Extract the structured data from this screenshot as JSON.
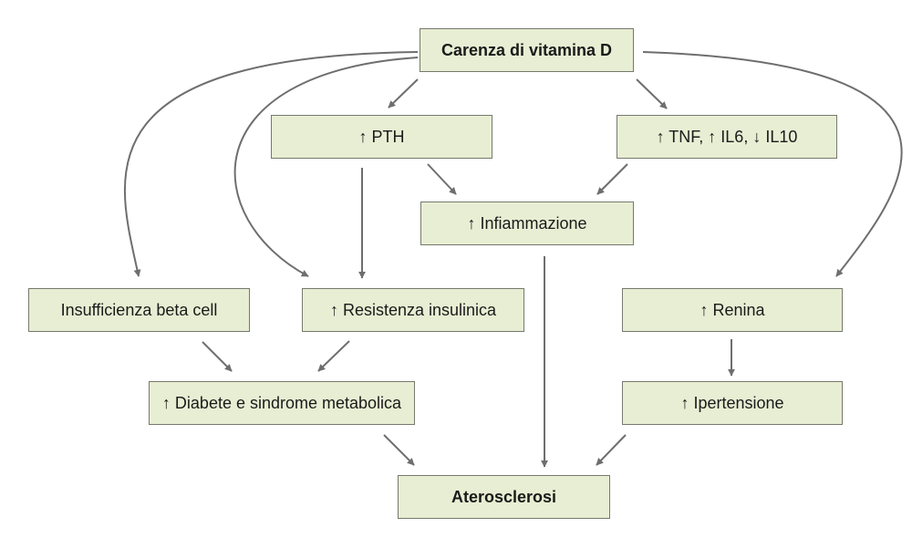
{
  "colors": {
    "box_fill": "#e8eed3",
    "box_border": "#76796e",
    "arrow": "#6e6e6e",
    "text": "#1a1a1a"
  },
  "nodes": {
    "vitd": "Carenza di vitamina D",
    "pth": "↑ PTH",
    "cytokines": "↑ TNF, ↑ IL6, ↓ IL10",
    "inflammation": "↑ Infiammazione",
    "beta": "Insufficienza beta cell",
    "insulin": "↑ Resistenza insulinica",
    "renin": "↑ Renina",
    "diabetes": "↑ Diabete e sindrome metabolica",
    "hypertension": "↑ Ipertensione",
    "athero": "Aterosclerosi"
  },
  "edges": [
    {
      "from": "vitd",
      "to": "pth"
    },
    {
      "from": "vitd",
      "to": "cytokines"
    },
    {
      "from": "vitd",
      "to": "beta"
    },
    {
      "from": "vitd",
      "to": "insulin"
    },
    {
      "from": "vitd",
      "to": "renin"
    },
    {
      "from": "pth",
      "to": "inflammation"
    },
    {
      "from": "cytokines",
      "to": "inflammation"
    },
    {
      "from": "pth",
      "to": "insulin"
    },
    {
      "from": "inflammation",
      "to": "athero"
    },
    {
      "from": "renin",
      "to": "hypertension"
    },
    {
      "from": "beta",
      "to": "diabetes"
    },
    {
      "from": "insulin",
      "to": "diabetes"
    },
    {
      "from": "diabetes",
      "to": "athero"
    },
    {
      "from": "hypertension",
      "to": "athero"
    }
  ]
}
